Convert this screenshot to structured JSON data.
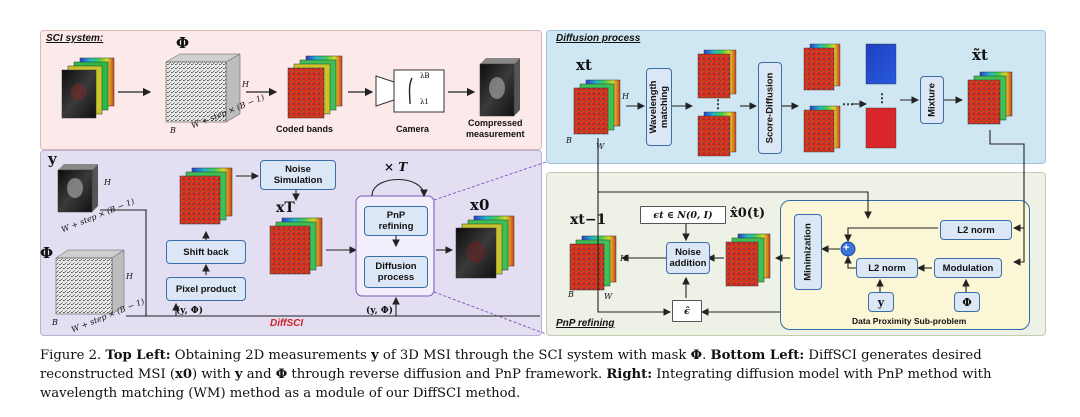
{
  "panels": {
    "sci_title": "SCI system:",
    "diffsci_label": "DiffSCI",
    "diffusion_title": "Diffusion process",
    "pnp_title": "PnP refining",
    "dpsp_label": "Data Proximity Sub-problem"
  },
  "sci": {
    "phi": "Φ",
    "coded_bands": "Coded bands",
    "camera": "Camera",
    "compressed_1": "Compressed",
    "compressed_2": "measurement",
    "dim_h": "H",
    "dim_b": "B",
    "dim_w": "W + step × (B − 1)",
    "lambda_b": "λB",
    "lambda_1": "λ1"
  },
  "diffsci": {
    "y": "y",
    "phi": "Φ",
    "shift_back": "Shift back",
    "pixel_product": "Pixel product",
    "noise_sim_1": "Noise",
    "noise_sim_2": "Simulation",
    "xT": "xT",
    "times_T": "× T",
    "pnp_1": "PnP",
    "pnp_2": "refining",
    "diff_1": "Diffusion",
    "diff_2": "process",
    "x0": "x0",
    "y_phi_1": "(y, Φ)",
    "y_phi_2": "(y, Φ)",
    "dim_h": "H",
    "dim_w": "W + step × (B − 1)",
    "dim_b": "B"
  },
  "diffusion": {
    "xt": "xt",
    "wm_1": "Wavelength",
    "wm_2": "matching",
    "score": "Score-Diffusion",
    "mixture": "Mixture",
    "xt_tilde": "x̃t",
    "dim_h": "H",
    "dim_w": "W",
    "dim_b": "B"
  },
  "pnp": {
    "xt1": "xt−1",
    "eps": "ϵt ∈ N(0, I)",
    "noise_add_1": "Noise",
    "noise_add_2": "addition",
    "x0hat": "x̂0(t)",
    "minimization": "Minimization",
    "l2_1": "L2 norm",
    "l2_2": "L2 norm",
    "modulation": "Modulation",
    "y": "y",
    "phi": "Φ",
    "eps_hat": "ϵ̂",
    "plus": "+",
    "dim_h": "H",
    "dim_w": "W",
    "dim_b": "B"
  },
  "caption": {
    "fig": "Figure 2.",
    "tl_label": "Top Left:",
    "tl_text_a": " Obtaining 2D measurements ",
    "tl_y": "y",
    "tl_text_b": " of 3D MSI through the SCI system with mask ",
    "tl_phi": "Φ",
    "tl_end": ".",
    "bl_label": "Bottom Left:",
    "bl_text_a": " DiffSCI generates desired reconstructed MSI (",
    "bl_x0": "x0",
    "bl_text_b": ") with ",
    "bl_y": "y",
    "bl_text_c": " and ",
    "bl_phi": "Φ",
    "bl_text_d": " through reverse diffusion and PnP framework. ",
    "r_label": "Right:",
    "r_text": " Integrating diffusion model with PnP method with wavelength matching (WM) method as a module of our DiffSCI method."
  },
  "colors": {
    "sci_bg": "#fce9e9",
    "diffsci_bg": "#e3def1",
    "diffusion_bg": "#cfe7f3",
    "pnp_bg": "#edf1e6",
    "dpsp_bg": "#fbf7d6",
    "box_fill": "#dbe7f5",
    "box_border": "#3a6ea8",
    "accent_red": "#d0202a"
  }
}
